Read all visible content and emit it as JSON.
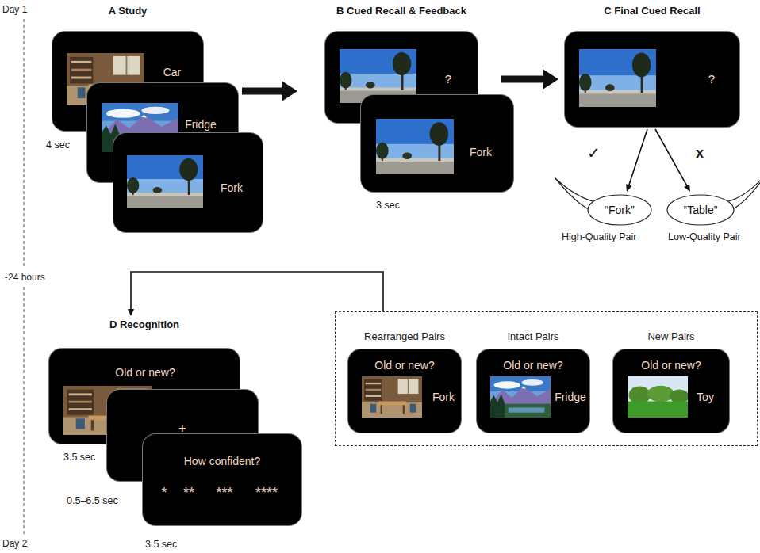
{
  "diagram": {
    "nodes": [
      {
        "text": [
          "A Study",
          "Car"
        ]
      },
      {
        "text": [
          "Fridge"
        ]
      },
      {
        "text": [
          "Fork"
        ]
      },
      {
        "text": [
          "B Cued Recall & Feedback",
          "?"
        ]
      },
      {
        "text": [
          "Fork"
        ]
      },
      {
        "text": [
          "C Final Cued Recall",
          "?"
        ]
      },
      {
        "text": [
          "“Fork”"
        ]
      },
      {
        "text": [
          "“Table”"
        ]
      },
      {
        "text": [
          "D Recognition",
          "Old or new?"
        ]
      },
      {
        "text": [
          "+"
        ]
      },
      {
        "text": [
          "How confident?",
          "*",
          "**",
          "***",
          "****"
        ]
      },
      {
        "text": []
      },
      {
        "text": [
          "Rearranged Pairs",
          "Old or new?",
          "Fork"
        ],
        "in": 11
      },
      {
        "text": [
          "Intact Pairs",
          "Old or new?",
          "Fridge"
        ],
        "in": 11
      },
      {
        "text": [
          "New Pairs",
          "Old or new?",
          "Toy"
        ],
        "in": 11
      }
    ],
    "edges": [
      {
        "from": 1,
        "to": 3,
        "arrow": "to"
      },
      {
        "from": 3,
        "to": 5,
        "arrow": "to"
      },
      {
        "from": 5,
        "to": 6,
        "arrow": "to"
      },
      {
        "from": 5,
        "to": 7,
        "arrow": "to"
      },
      {
        "from": 11,
        "to": 8,
        "arrow": "to"
      }
    ],
    "labels": [
      "Day 1",
      "~24 hours",
      "Day 2",
      "4 sec",
      "3 sec",
      "✓",
      "x",
      "High-Quality Pair",
      "Low-Quality Pair",
      "3.5 sec",
      "0.5–6.5 sec",
      "3.5 sec"
    ]
  }
}
